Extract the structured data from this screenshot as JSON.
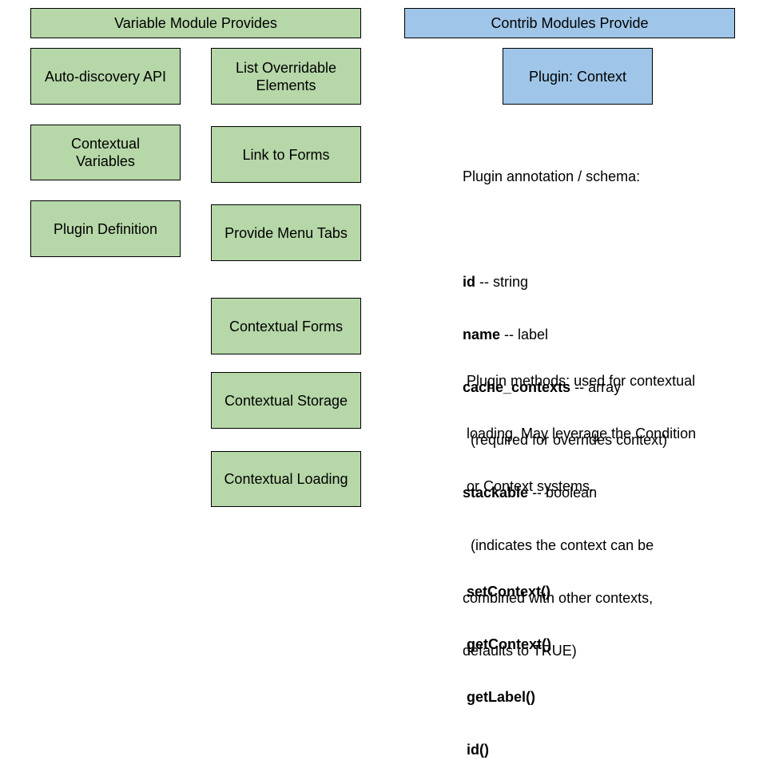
{
  "left_column": {
    "header": "Variable Module Provides",
    "boxes": [
      "Auto-discovery API",
      "List Overridable\nElements",
      "Contextual\nVariables",
      "Link to Forms",
      "Plugin Definition",
      "Provide Menu Tabs",
      "Contextual Forms",
      "Contextual Storage",
      "Contextual Loading"
    ],
    "fill_color": "#b6d7a8"
  },
  "right_column": {
    "header": "Contrib Modules Provide",
    "plugin_box": "Plugin: Context",
    "fill_color": "#9fc5e8",
    "schema": {
      "title": "Plugin annotation / schema:",
      "fields": [
        {
          "name": "id",
          "desc": " -- string"
        },
        {
          "name": "name",
          "desc": " -- label"
        },
        {
          "name": "cache_contexts",
          "desc": " -- array"
        },
        {
          "note": "  (required for overrides context)"
        },
        {
          "name": "stackable",
          "desc": " -- boolean"
        },
        {
          "note": "  (indicates the context can be"
        },
        {
          "note": "combined with other contexts,"
        },
        {
          "note": "defaults to TRUE)"
        }
      ]
    },
    "methods": {
      "description_lines": [
        "Plugin methods: used for contextual",
        "loading. May leverage the Condition",
        "or Context systems."
      ],
      "list": [
        "setContext()",
        "getContext()",
        "getLabel()",
        "id()"
      ]
    }
  }
}
